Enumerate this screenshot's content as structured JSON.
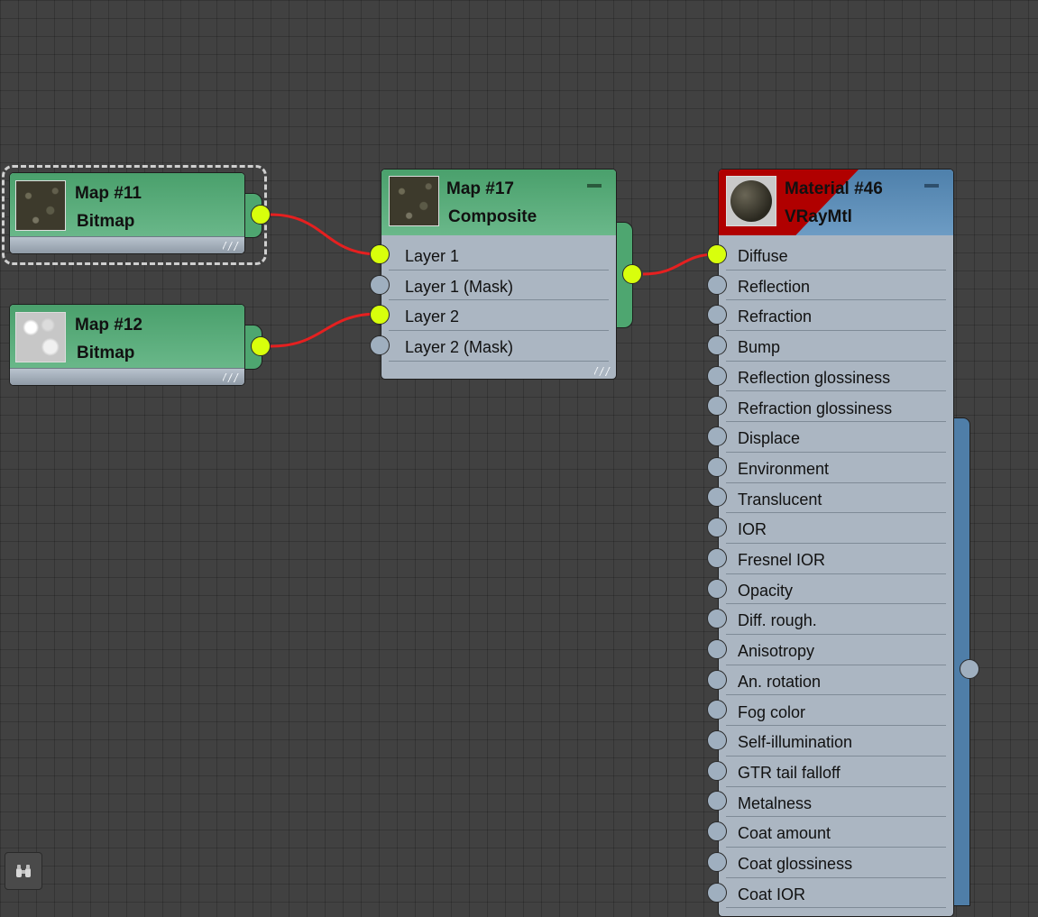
{
  "nodes": {
    "map11": {
      "title": "Map #11",
      "type": "Bitmap",
      "selected": true,
      "output_connected": true
    },
    "map12": {
      "title": "Map #12",
      "type": "Bitmap",
      "output_connected": true
    },
    "map17": {
      "title": "Map #17",
      "type": "Composite",
      "inputs": [
        {
          "label": "Layer 1",
          "connected": true
        },
        {
          "label": "Layer 1 (Mask)",
          "connected": false
        },
        {
          "label": "Layer 2",
          "connected": true
        },
        {
          "label": "Layer 2 (Mask)",
          "connected": false
        }
      ]
    },
    "material46": {
      "title": "Material #46",
      "type": "VRayMtl",
      "inputs": [
        {
          "label": "Diffuse",
          "connected": true
        },
        {
          "label": "Reflection",
          "connected": false
        },
        {
          "label": "Refraction",
          "connected": false
        },
        {
          "label": "Bump",
          "connected": false
        },
        {
          "label": "Reflection glossiness",
          "connected": false
        },
        {
          "label": "Refraction glossiness",
          "connected": false
        },
        {
          "label": "Displace",
          "connected": false
        },
        {
          "label": "Environment",
          "connected": false
        },
        {
          "label": "Translucent",
          "connected": false
        },
        {
          "label": "IOR",
          "connected": false
        },
        {
          "label": "Fresnel IOR",
          "connected": false
        },
        {
          "label": "Opacity",
          "connected": false
        },
        {
          "label": "Diff. rough.",
          "connected": false
        },
        {
          "label": "Anisotropy",
          "connected": false
        },
        {
          "label": "An. rotation",
          "connected": false
        },
        {
          "label": "Fog color",
          "connected": false
        },
        {
          "label": "Self-illumination",
          "connected": false
        },
        {
          "label": "GTR tail falloff",
          "connected": false
        },
        {
          "label": "Metalness",
          "connected": false
        },
        {
          "label": "Coat amount",
          "connected": false
        },
        {
          "label": "Coat glossiness",
          "connected": false
        },
        {
          "label": "Coat IOR",
          "connected": false
        }
      ]
    }
  },
  "toolbar": {
    "navigator_icon": "binoculars-icon"
  },
  "colors": {
    "canvas": "#414141",
    "map_header": "#5aac7c",
    "material_header": "#5d8fba",
    "material_header_accent": "#b00000",
    "node_body": "#abb6c2",
    "socket_connected": "#d8ff0c",
    "socket_empty": "#9fafbf",
    "wire": "#e52020"
  }
}
